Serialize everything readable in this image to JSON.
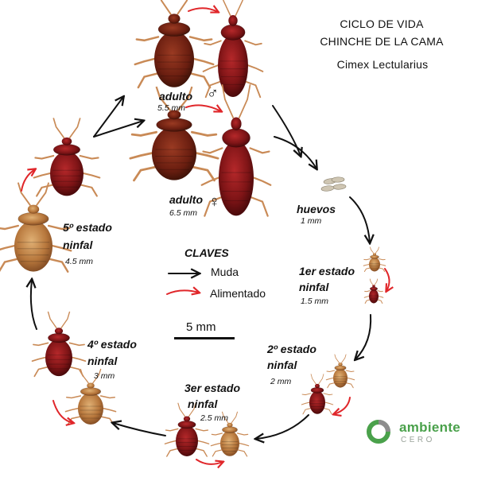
{
  "header": {
    "title_line1": "CICLO DE VIDA",
    "title_line2": "CHINCHE DE LA CAMA",
    "species": "Cimex Lectularius"
  },
  "stages": {
    "adult_male": {
      "label": "adulto",
      "size": "5.5 mm",
      "symbol": "♂"
    },
    "adult_female": {
      "label": "adulto",
      "size": "6.5 mm",
      "symbol": "♀"
    },
    "eggs": {
      "label": "huevos",
      "size": "1 mm"
    },
    "nymph1": {
      "line1": "1er estado",
      "line2": "ninfal",
      "size": "1.5 mm"
    },
    "nymph2": {
      "line1": "2º estado",
      "line2": "ninfal",
      "size": "2 mm"
    },
    "nymph3": {
      "line1": "3er estado",
      "line2": "ninfal",
      "size": "2.5 mm"
    },
    "nymph4": {
      "line1": "4º estado",
      "line2": "ninfal",
      "size": "3 mm"
    },
    "nymph5": {
      "line1": "5º estado",
      "line2": "ninfal",
      "size": "4.5 mm"
    }
  },
  "key": {
    "title": "CLAVES",
    "molt": "Muda",
    "fed": "Alimentado",
    "molt_color": "#111111",
    "fed_color": "#e0262a"
  },
  "scale_bar": {
    "label": "5 mm"
  },
  "logo": {
    "word": "ambiente",
    "sub": "CERO",
    "color": "#4aa14b"
  },
  "colors": {
    "fed_body": "#7e1416",
    "unfed_body": "#b7773c",
    "legs": "#c98a56"
  }
}
